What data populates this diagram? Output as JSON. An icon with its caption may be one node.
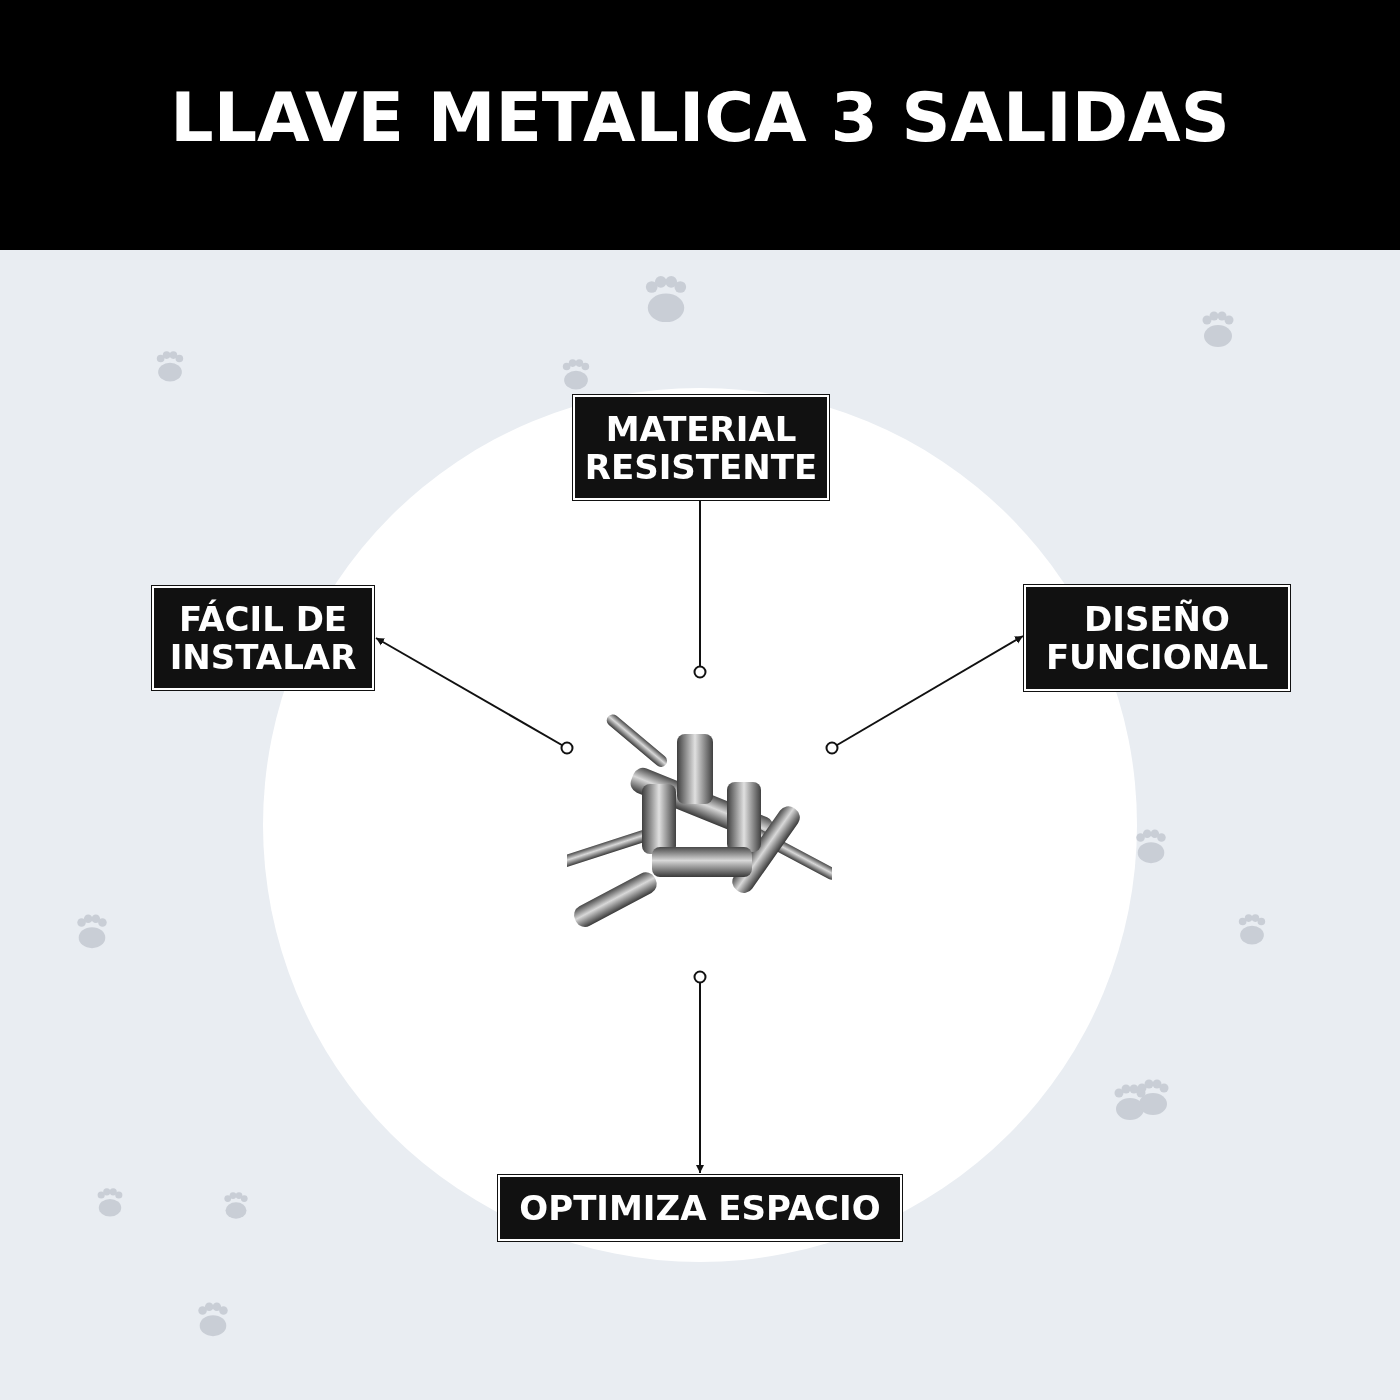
{
  "diagram": {
    "title": "LLAVE METALICA 3 SALIDAS",
    "nodes": [
      {
        "text": [
          "MATERIAL RESISTENTE"
        ]
      },
      {
        "text": [
          "FÁCIL DE INSTALAR"
        ]
      },
      {
        "text": [
          "DISEÑO FUNCIONAL"
        ]
      },
      {
        "text": [],
        "shape": "picture"
      },
      {
        "text": [
          "OPTIMIZA ESPACIO"
        ]
      }
    ],
    "edges": [
      {
        "from": 0,
        "to": 3,
        "arrow": "other"
      },
      {
        "from": 3,
        "to": 1,
        "arrow": "to"
      },
      {
        "from": 3,
        "to": 2,
        "arrow": "to"
      },
      {
        "from": 3,
        "to": 4,
        "arrow": "to"
      }
    ]
  }
}
